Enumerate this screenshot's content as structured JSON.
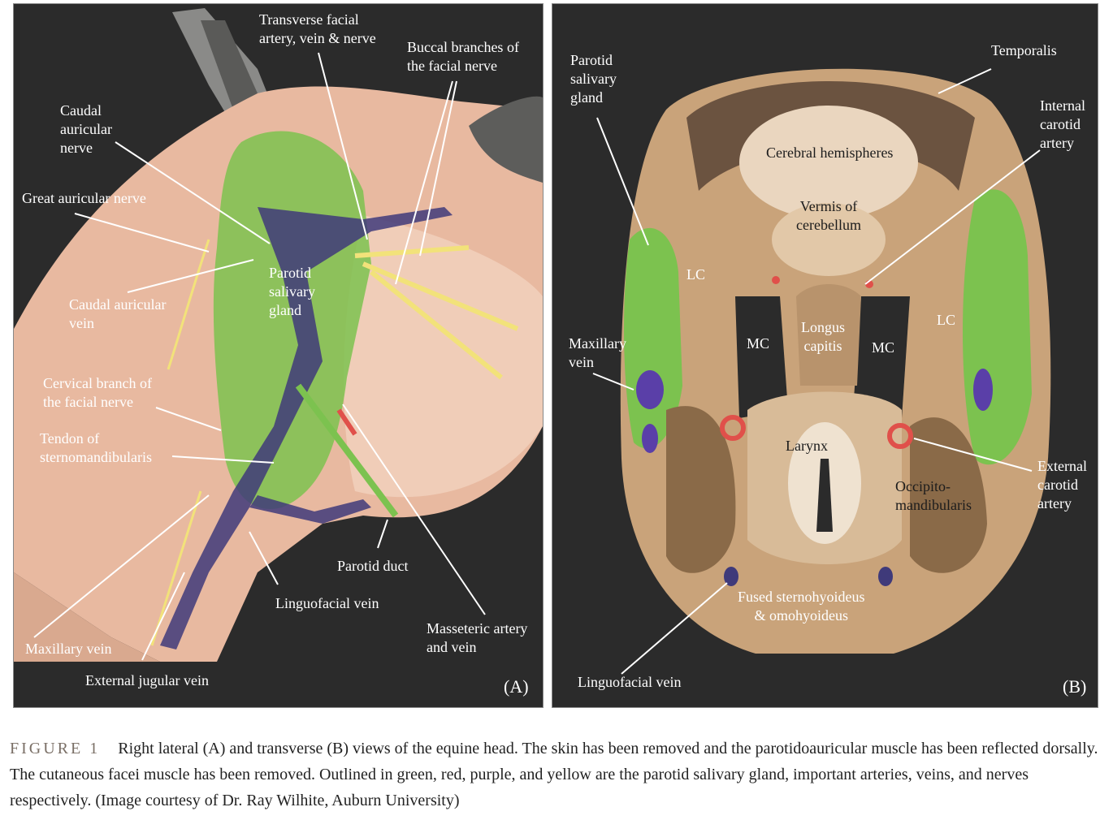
{
  "panel_a": {
    "letter": "(A)",
    "labels": {
      "transverse_facial": "Transverse facial\nartery, vein & nerve",
      "buccal_branches": "Buccal branches of\nthe facial nerve",
      "caudal_auricular_nerve": "Caudal\nauricular\nnerve",
      "great_auricular_nerve": "Great auricular nerve",
      "parotid_gland": "Parotid\nsalivary\ngland",
      "caudal_auricular_vein": "Caudal auricular\nvein",
      "cervical_branch": "Cervical branch of\nthe facial nerve",
      "tendon": "Tendon of\nsternomandibularis",
      "parotid_duct": "Parotid duct",
      "linguofacial_vein": "Linguofacial vein",
      "masseteric": "Masseteric artery\nand vein",
      "maxillary_vein": "Maxillary vein",
      "external_jugular_vein": "External jugular vein"
    }
  },
  "panel_b": {
    "letter": "(B)",
    "labels": {
      "parotid_gland": "Parotid\nsalivary\ngland",
      "temporalis": "Temporalis",
      "internal_carotid": "Internal\ncarotid\nartery",
      "cerebral_hemispheres": "Cerebral hemispheres",
      "vermis": "Vermis of\ncerebellum",
      "lc_left": "LC",
      "lc_right": "LC",
      "mc_left": "MC",
      "mc_right": "MC",
      "longus_capitis": "Longus\ncapitis",
      "maxillary_vein": "Maxillary\nvein",
      "larynx": "Larynx",
      "occipitomandibularis": "Occipito-\nmandibularis",
      "external_carotid": "External\ncarotid\nartery",
      "fused_sternohyoideus": "Fused sternohyoideus\n& omohyoideus",
      "linguofacial_vein": "Linguofacial vein"
    }
  },
  "caption": {
    "figure_label": "FIGURE 1",
    "text": "Right lateral (A) and transverse (B) views of the equine head. The skin has been removed and the parotidoauricular muscle has been reflected dorsally. The cutaneous facei muscle has been removed. Outlined in green, red, purple, and yellow are the parotid salivary gland, important arteries, veins, and nerves respectively. (Image courtesy of Dr. Ray Wilhite, Auburn University)"
  },
  "colors": {
    "gland": "#7cc24f",
    "vein": "#5a3fa8",
    "artery": "#e0504a",
    "nerve": "#f2e27a",
    "tissue": "#e8b9a0",
    "background": "#2b2b2b"
  }
}
